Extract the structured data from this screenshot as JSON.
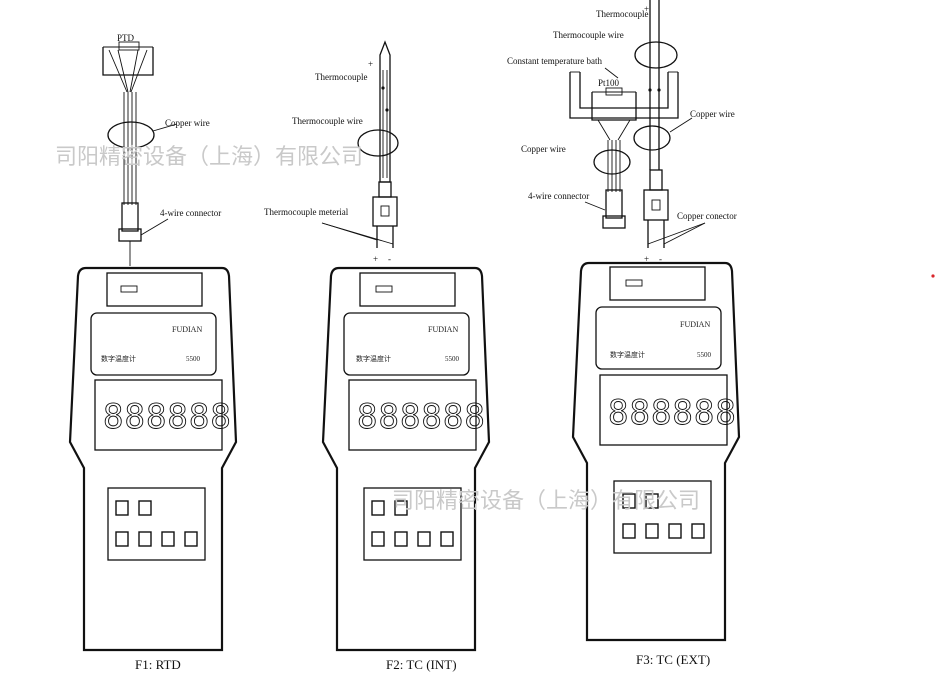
{
  "figures": [
    {
      "caption": "F1:  RTD",
      "labels": {
        "sensor": "PTD",
        "copper_wire": "Copper wire",
        "connector": "4-wire connector"
      },
      "screen_digits": "888888",
      "brand": "FUDIAN",
      "model": "5500",
      "device_title": "数字温度计"
    },
    {
      "caption": "F2:  TC (INT)",
      "labels": {
        "thermocouple": "Thermocouple",
        "thermocouple_wire": "Thermocouple  wire",
        "thermocouple_material": "Thermocouple  meterial",
        "plus": "+",
        "minus": "-"
      },
      "screen_digits": "888888",
      "brand": "FUDIAN",
      "model": "5500",
      "device_title": "数字温度计"
    },
    {
      "caption": "F3:  TC (EXT)",
      "labels": {
        "thermocouple": "Thermocouple",
        "thermocouple_wire": "Thermocouple  wire",
        "bath": "Constant  temperature  bath",
        "pt100": "Pt100",
        "copper_wire_left": "Copper wire",
        "copper_wire_right": "Copper wire",
        "connector": "4-wire connector",
        "copper_connector": "Copper conector",
        "plus": "+",
        "minus": "-"
      },
      "screen_digits": "888888",
      "brand": "FUDIAN",
      "model": "5500",
      "device_title": "数字温度计"
    }
  ],
  "watermark": "司阳精密设备（上海）有限公司",
  "colors": {
    "line": "#111111",
    "watermark": "#c9c9c9",
    "dot": "#d9262b"
  }
}
